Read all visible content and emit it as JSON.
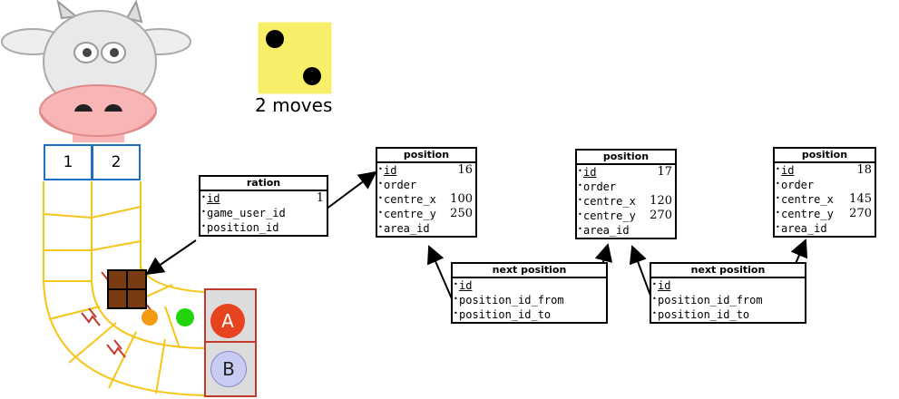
{
  "dice": {
    "moves_text": "2 moves"
  },
  "track": {
    "cells": [
      "1",
      "2"
    ]
  },
  "spots": {
    "a_label": "A",
    "b_label": "B"
  },
  "ration": {
    "title": "ration",
    "rows": [
      {
        "name": "id",
        "value": "1",
        "pk": true
      },
      {
        "name": "game_user_id",
        "value": ""
      },
      {
        "name": "position_id",
        "value": ""
      }
    ]
  },
  "positions": [
    {
      "title": "position",
      "rows": [
        {
          "name": "id",
          "value": "16",
          "pk": true
        },
        {
          "name": "order",
          "value": ""
        },
        {
          "name": "centre_x",
          "value": "100"
        },
        {
          "name": "centre_y",
          "value": "250"
        },
        {
          "name": "area_id",
          "value": ""
        }
      ]
    },
    {
      "title": "position",
      "rows": [
        {
          "name": "id",
          "value": "17",
          "pk": true
        },
        {
          "name": "order",
          "value": ""
        },
        {
          "name": "centre_x",
          "value": "120"
        },
        {
          "name": "centre_y",
          "value": "270"
        },
        {
          "name": "area_id",
          "value": ""
        }
      ]
    },
    {
      "title": "position",
      "rows": [
        {
          "name": "id",
          "value": "18",
          "pk": true
        },
        {
          "name": "order",
          "value": ""
        },
        {
          "name": "centre_x",
          "value": "145"
        },
        {
          "name": "centre_y",
          "value": "270"
        },
        {
          "name": "area_id",
          "value": ""
        }
      ]
    }
  ],
  "next_positions": [
    {
      "title": "next position",
      "rows": [
        {
          "name": "id",
          "value": "",
          "pk": true
        },
        {
          "name": "position_id_from",
          "value": ""
        },
        {
          "name": "position_id_to",
          "value": ""
        }
      ]
    },
    {
      "title": "next position",
      "rows": [
        {
          "name": "id",
          "value": "",
          "pk": true
        },
        {
          "name": "position_id_from",
          "value": ""
        },
        {
          "name": "position_id_to",
          "value": ""
        }
      ]
    }
  ],
  "colors": {
    "track": "#f5c518",
    "cell_border": "#1f6fbf",
    "die": "#f7ef6a",
    "token_a": "#e8431f",
    "token_b": "#c9ccf2",
    "ration": "#7a3b12"
  }
}
